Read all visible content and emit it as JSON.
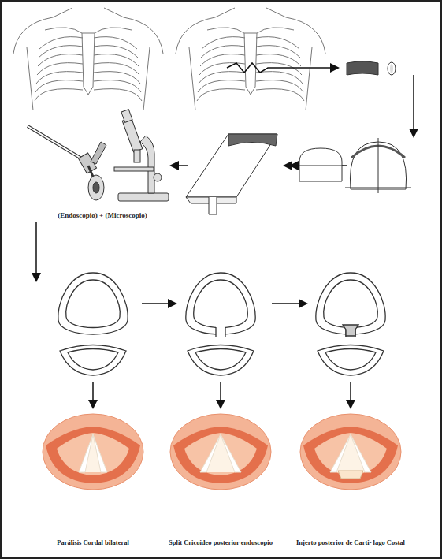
{
  "diagram": {
    "labels": [
      "(Endoscopio) + (Microscopio)",
      "Parálisis Cordal bilateral",
      "Split Cricoideo posterior endoscopio",
      "Injerto posterior de Carti- lago Costal"
    ]
  }
}
